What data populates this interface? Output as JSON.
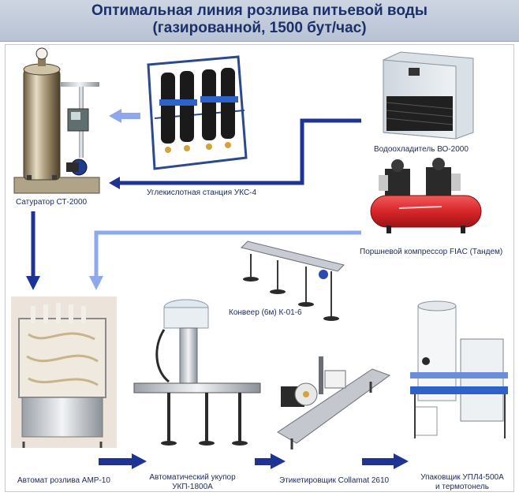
{
  "header": {
    "title_line1": "Оптимальная линия розлива питьевой воды",
    "title_line2": "(газированной, 1500 бут/час)"
  },
  "equipment": {
    "saturator": "Сатуратор СТ-2000",
    "co2_station": "Углекислотная станция УКС-4",
    "water_cooler": "Водоохладитель ВО-2000",
    "compressor": "Поршневой компрессор FIAC (Тандем)",
    "conveyor": "Конвеер (6м) К-01-6",
    "filler": "Автомат розлива АМР-10",
    "capper_line1": "Автоматический укупор",
    "capper_line2": "УКП-1800А",
    "labeler": "Этикетировщик Collamat 2610",
    "packer_line1": "Упаковщик УПЛ4-500А",
    "packer_line2": "и термотонель"
  },
  "colors": {
    "title_text": "#1b2f6b",
    "flow_dark": "#1e3396",
    "flow_light": "#8ea8f0",
    "compressor_red": "#d8262a"
  }
}
